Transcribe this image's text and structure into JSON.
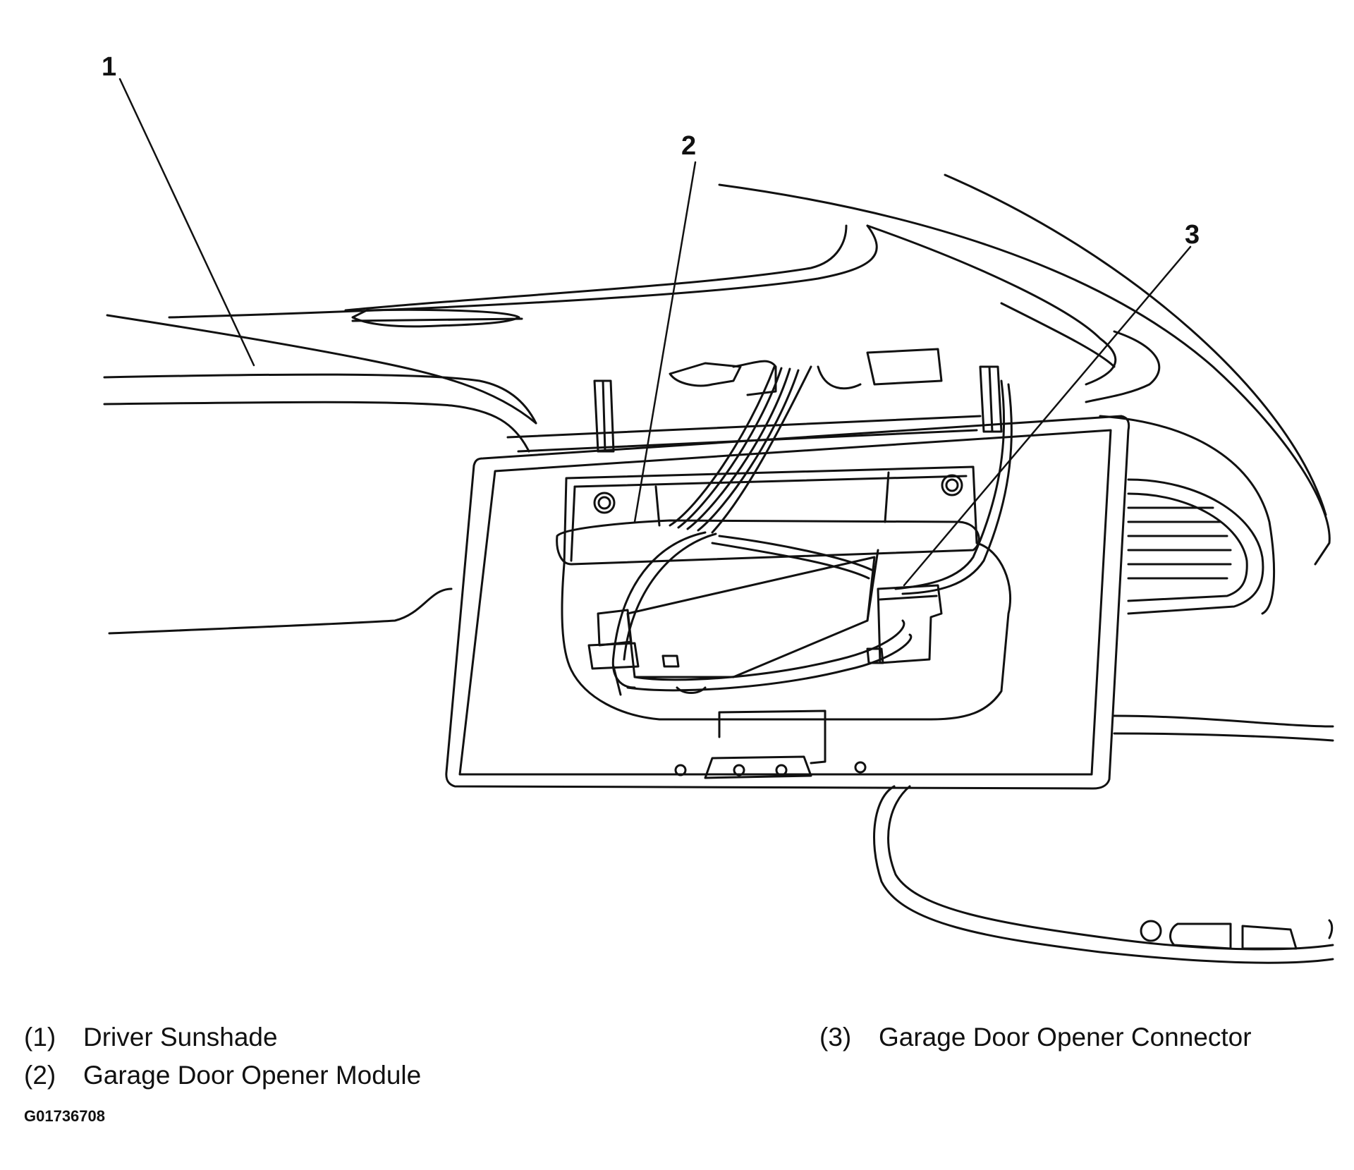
{
  "callouts": [
    {
      "number": "1"
    },
    {
      "number": "2"
    },
    {
      "number": "3"
    }
  ],
  "legend": [
    {
      "number": "(1)",
      "label": "Driver Sunshade"
    },
    {
      "number": "(2)",
      "label": "Garage Door Opener Module"
    },
    {
      "number": "(3)",
      "label": "Garage Door Opener Connector"
    }
  ],
  "figure_id": "G01736708",
  "colors": {
    "line": "#111111",
    "background": "#ffffff"
  }
}
